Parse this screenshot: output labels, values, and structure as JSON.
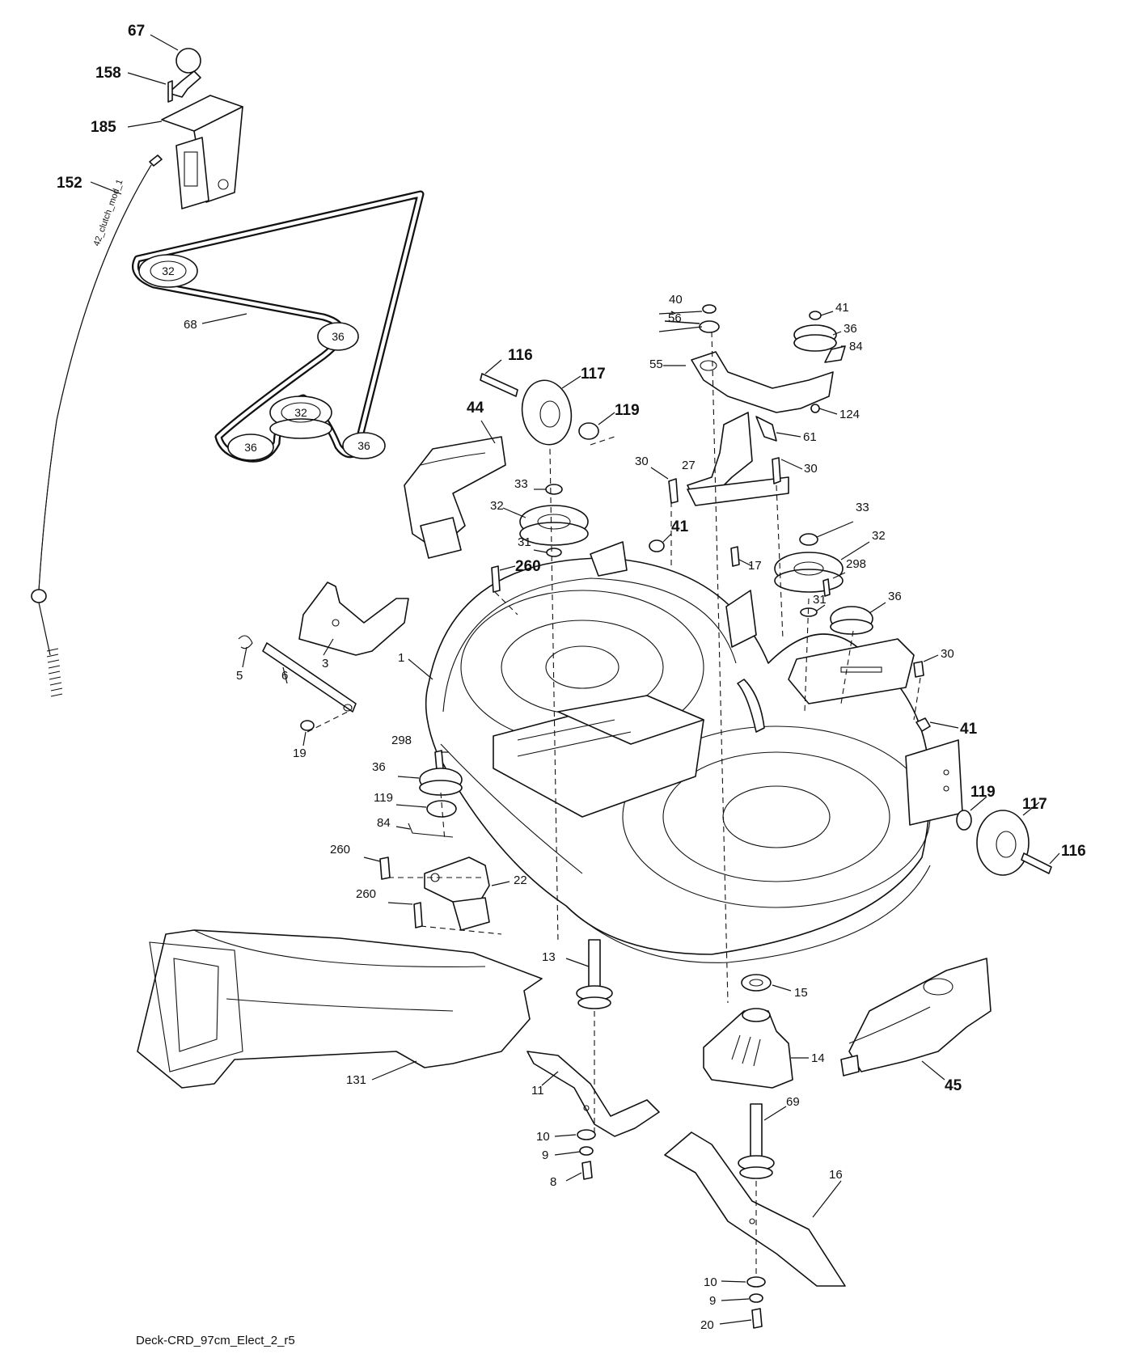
{
  "diagram": {
    "caption": "Deck-CRD_97cm_Elect_2_r5",
    "cable_marking": "42_clutch_mod_1",
    "belt_pulley_marks": [
      "32",
      "36",
      "32",
      "36",
      "36"
    ],
    "callouts": [
      "67",
      "158",
      "185",
      "152",
      "68",
      "116",
      "117",
      "119",
      "44",
      "33",
      "32",
      "31",
      "41",
      "260",
      "40",
      "56",
      "55",
      "41",
      "36",
      "84",
      "124",
      "61",
      "30",
      "27",
      "30",
      "17",
      "33",
      "32",
      "298",
      "31",
      "36",
      "3",
      "5",
      "6",
      "19",
      "1",
      "30",
      "41",
      "298",
      "36",
      "119",
      "84",
      "260",
      "22",
      "260",
      "119",
      "117",
      "116",
      "13",
      "15",
      "14",
      "45",
      "131",
      "11",
      "10",
      "9",
      "8",
      "69",
      "16",
      "10",
      "9",
      "20"
    ]
  }
}
